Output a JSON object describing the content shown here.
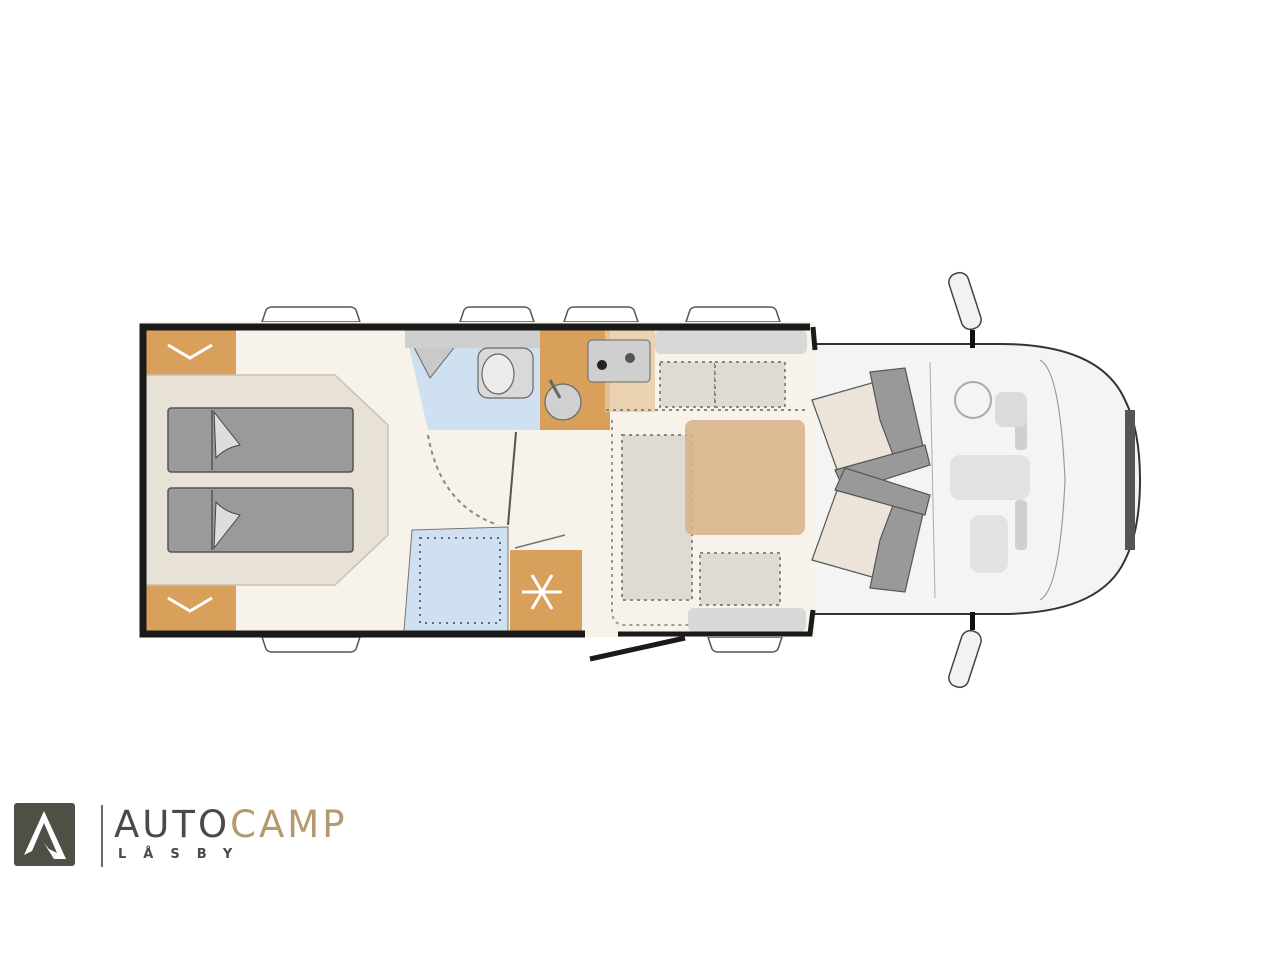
{
  "floorplan": {
    "colors": {
      "wall": "#1a1a1a",
      "floor": "#f7f2ea",
      "cabinet": "#d9a05b",
      "wet_area": "#cfe0f0",
      "cushion": "#9a9a9a",
      "upholstery": "#ece4d8",
      "table": "#d8b48a",
      "cab": "#f4f4f4"
    },
    "icons": [
      "bed-icon",
      "toilet-icon",
      "sink-icon",
      "hob-icon",
      "fridge-snowflake-icon",
      "steering-wheel-icon",
      "cab-seat-icon",
      "mirror-icon"
    ]
  },
  "logo": {
    "word_part1": "AUTO",
    "word_part2": "CAMP",
    "subtitle": "LÅSBY",
    "colors": {
      "mark": "#4d5145",
      "dark": "#4a4a48",
      "gold": "#b39a71"
    }
  }
}
